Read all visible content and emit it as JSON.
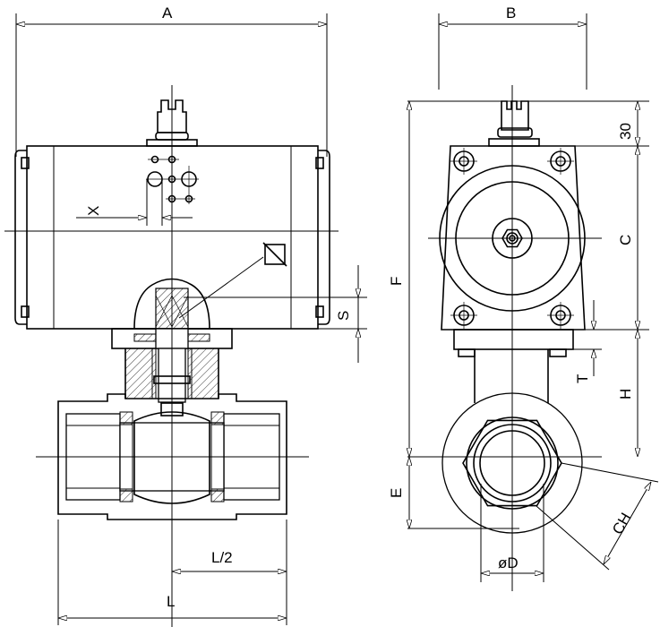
{
  "drawing": {
    "title": "Pneumatic actuated ball valve dimension drawing",
    "views": [
      "front-section-view",
      "side-view"
    ],
    "dimensions": {
      "A": "A",
      "B": "B",
      "C": "C",
      "E": "E",
      "F": "F",
      "H": "H",
      "L": "L",
      "L_half": "L/2",
      "S": "S",
      "T": "T",
      "CH": "CH",
      "D": "øD",
      "top": "30",
      "X": "X"
    },
    "line_color": "#000000",
    "background": "#ffffff"
  }
}
